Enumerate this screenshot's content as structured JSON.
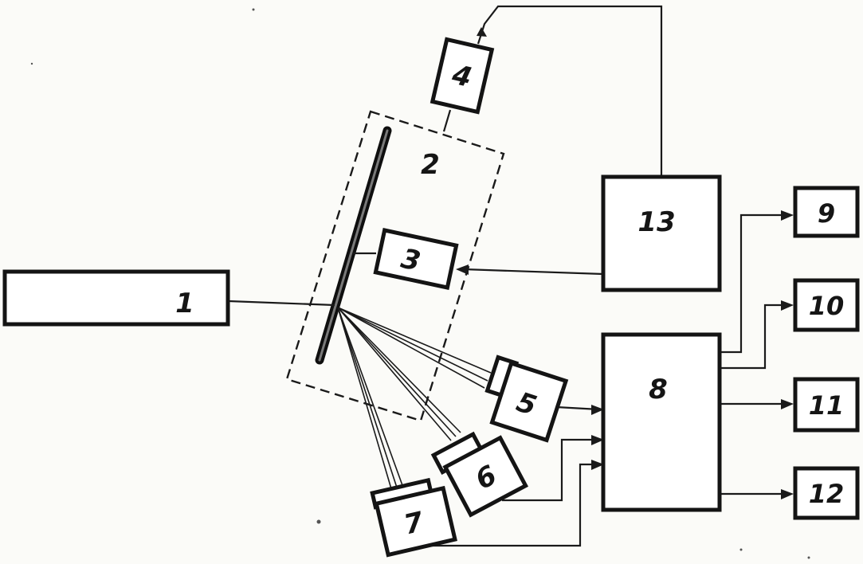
{
  "diagram": {
    "labels": {
      "b1": "1",
      "b2": "2",
      "b3": "3",
      "b4": "4",
      "b5": "5",
      "b6": "6",
      "b7": "7",
      "b8": "8",
      "b9": "9",
      "b10": "10",
      "b11": "11",
      "b12": "12",
      "b13": "13"
    }
  }
}
